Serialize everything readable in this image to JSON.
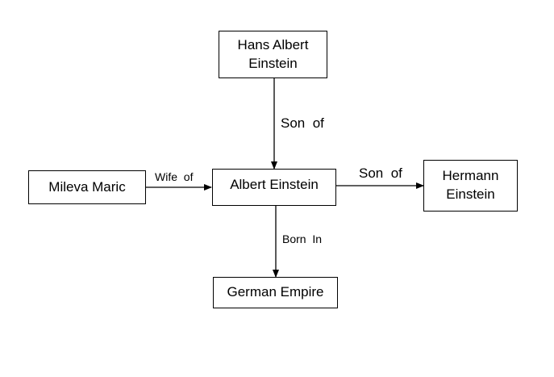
{
  "diagram": {
    "nodes": [
      {
        "id": "hans",
        "label": "Hans Albert Einstein"
      },
      {
        "id": "mileva",
        "label": "Mileva Maric"
      },
      {
        "id": "albert",
        "label": "Albert Einstein"
      },
      {
        "id": "hermann",
        "label": "Hermann Einstein"
      },
      {
        "id": "germany",
        "label": "German Empire"
      }
    ],
    "edges": [
      {
        "from": "hans",
        "to": "albert",
        "label": "Son  of"
      },
      {
        "from": "mileva",
        "to": "albert",
        "label": "Wife  of"
      },
      {
        "from": "albert",
        "to": "hermann",
        "label": "Son  of"
      },
      {
        "from": "albert",
        "to": "germany",
        "label": "Born  In"
      }
    ]
  }
}
